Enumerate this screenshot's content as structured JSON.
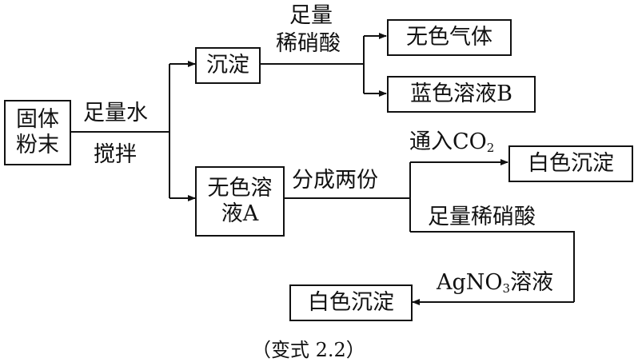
{
  "nodes": {
    "solid_powder": "固体粉末",
    "precipitate": "沉淀",
    "colorless_gas": "无色气体",
    "blue_solution_b": "蓝色溶液B",
    "colorless_solution_a": "无色溶液A",
    "white_precipitate_co2": "白色沉淀",
    "white_precipitate_agno3": "白色沉淀"
  },
  "labels": {
    "excess_water": "足量水",
    "stir": "搅拌",
    "excess_dilute_nitric_1": "足量",
    "excess_dilute_nitric_2": "稀硝酸",
    "split_two_parts": "分成两份",
    "pass_co2_prefix": "通入CO",
    "pass_co2_sub": "2",
    "excess_dilute_nitric_full": "足量稀硝酸",
    "agno3_prefix": "AgNO",
    "agno3_sub": "3",
    "agno3_suffix": "溶液"
  },
  "caption": "（变式 2.2）"
}
